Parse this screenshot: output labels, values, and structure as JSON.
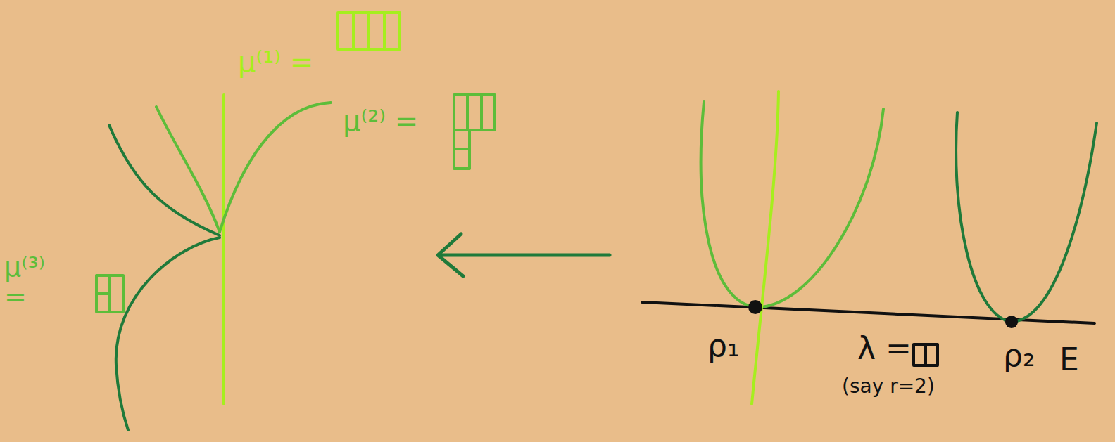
{
  "diagram": {
    "labels": [
      "μ⁽¹⁾ =",
      "μ⁽²⁾ =",
      "μ⁽³⁾ =",
      "ρ₁",
      "λ =",
      "(say r=2)",
      "ρ₂",
      "E"
    ]
  }
}
